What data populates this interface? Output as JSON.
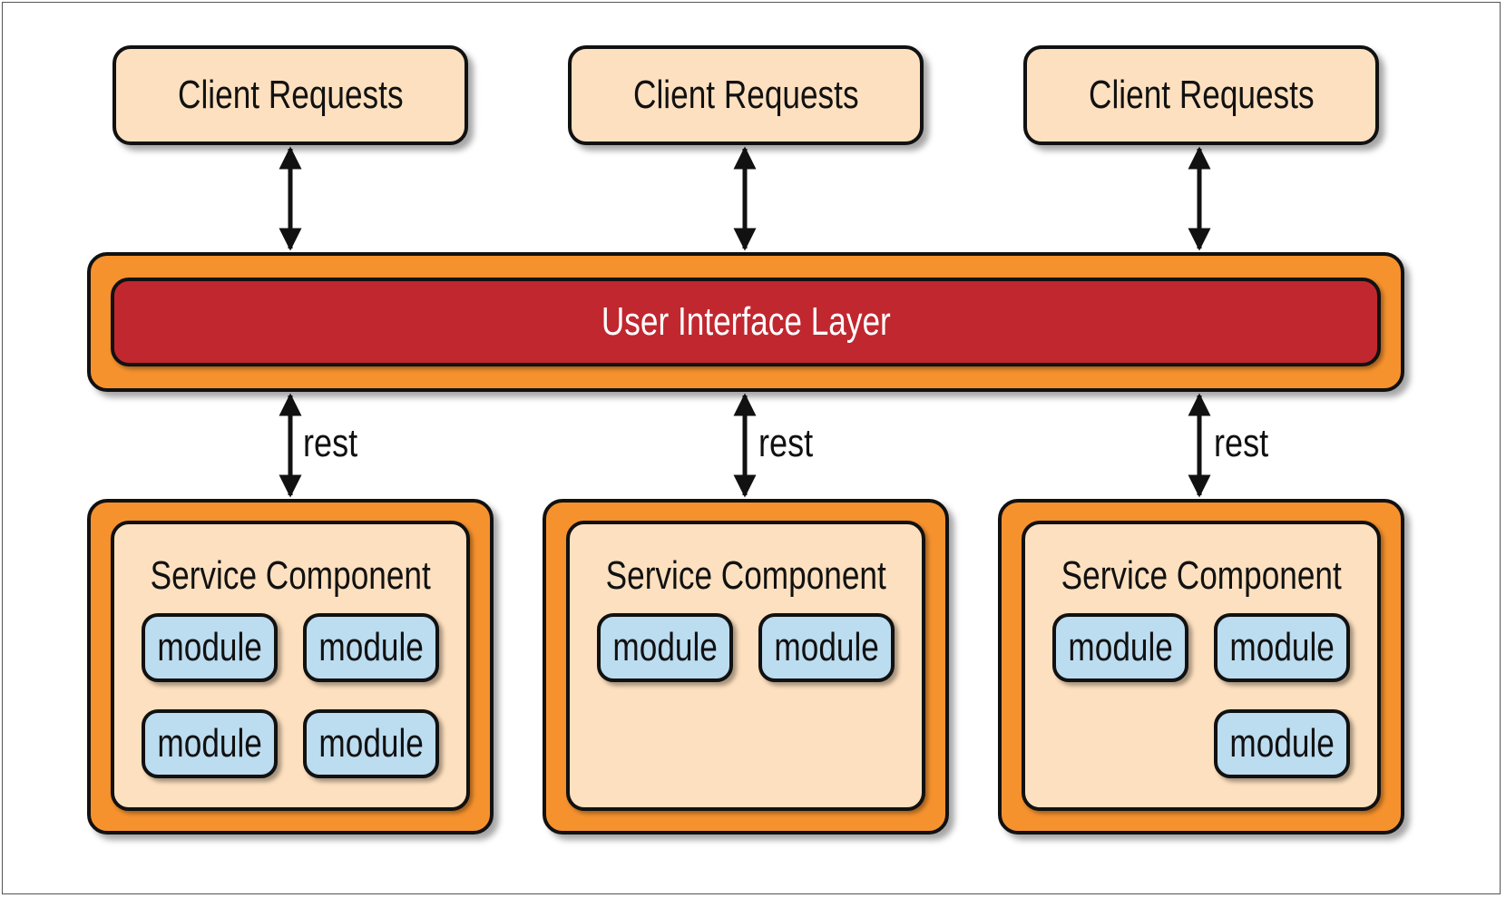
{
  "clients": [
    {
      "label": "Client Requests"
    },
    {
      "label": "Client Requests"
    },
    {
      "label": "Client Requests"
    }
  ],
  "ui_layer": {
    "label": "User Interface Layer"
  },
  "connectors": {
    "rest_label": "rest"
  },
  "services": [
    {
      "title": "Service Component",
      "modules": [
        "module",
        "module",
        "module",
        "module"
      ]
    },
    {
      "title": "Service Component",
      "modules": [
        "module",
        "module"
      ]
    },
    {
      "title": "Service Component",
      "modules": [
        "module",
        "module",
        "module"
      ]
    }
  ],
  "colors": {
    "client_fill": "#fde0bf",
    "layer_orange": "#f6922e",
    "ui_red": "#c1272f",
    "module_blue": "#bcdcf0",
    "outline": "#111111"
  }
}
